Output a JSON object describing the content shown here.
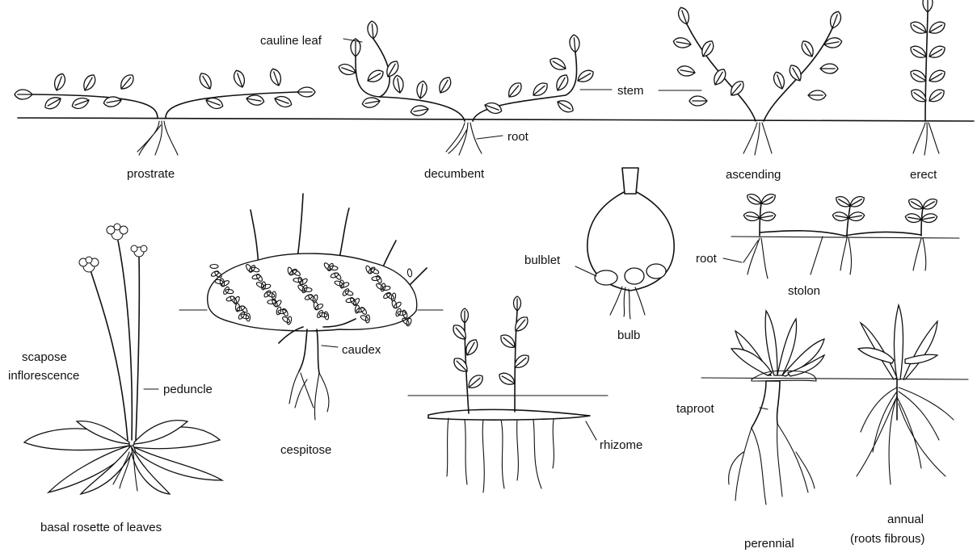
{
  "labels": {
    "cauline_leaf": "cauline leaf",
    "stem": "stem",
    "root_top": "root",
    "prostrate": "prostrate",
    "decumbent": "decumbent",
    "ascending": "ascending",
    "erect": "erect",
    "bulblet": "bulblet",
    "bulb": "bulb",
    "root_stolon": "root",
    "stolon": "stolon",
    "scapose_1": "scapose",
    "scapose_2": "inflorescence",
    "peduncle": "peduncle",
    "caudex": "caudex",
    "cespitose": "cespitose",
    "rhizome": "rhizome",
    "taproot": "taproot",
    "basal_rosette": "basal rosette of leaves",
    "perennial": "perennial",
    "annual": "annual",
    "roots_fibrous": "(roots fibrous)"
  },
  "colors": {
    "ink": "#111111",
    "background": "#ffffff"
  }
}
